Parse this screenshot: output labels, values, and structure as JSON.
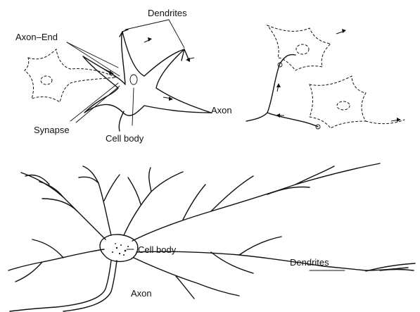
{
  "top_schematic": {
    "labels": {
      "dendrites": "Dendrites",
      "axon_end": "Axon–End",
      "synapse": "Synapse",
      "cell_body": "Cell body",
      "axon": "Axon"
    }
  },
  "bottom_drawing": {
    "labels": {
      "cell_body": "Cell body",
      "dendrites": "Dendrites",
      "axon": "Axon"
    }
  },
  "colors": {
    "ink": "#111111",
    "background": "#ffffff"
  }
}
